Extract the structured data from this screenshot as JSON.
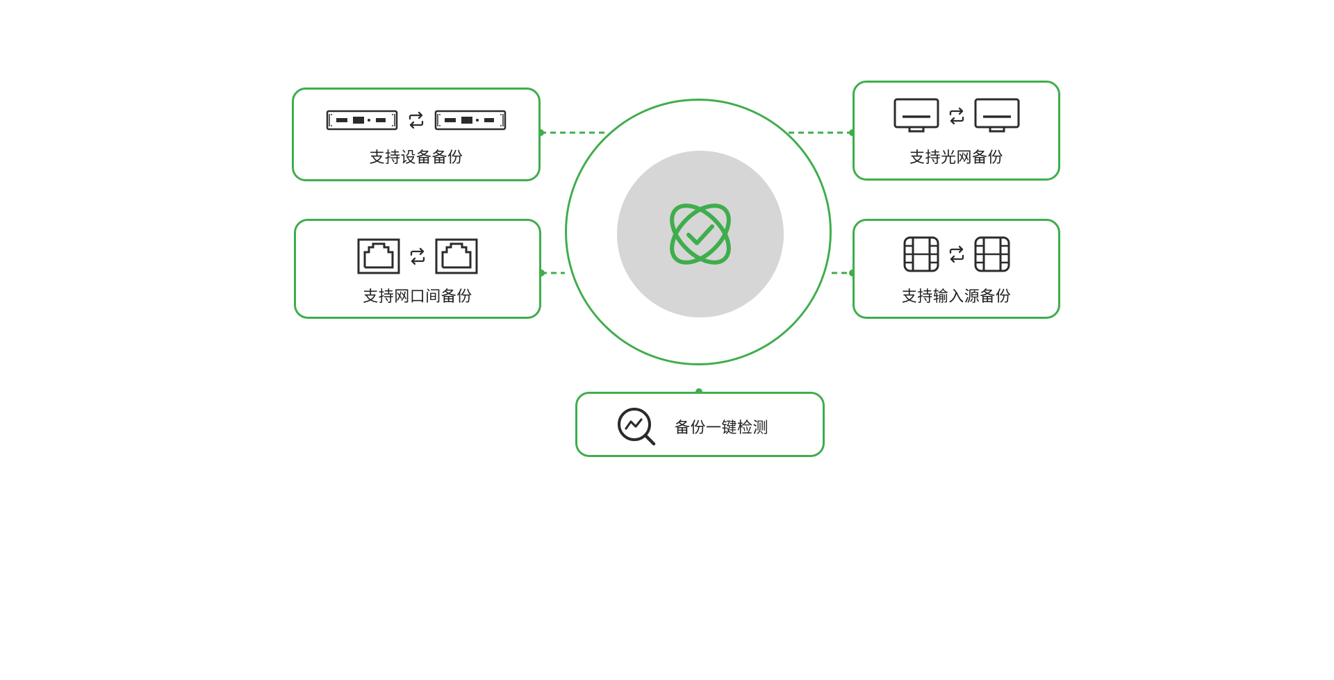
{
  "colors": {
    "accent": "#3fad4c",
    "icon": "#2b2b2b",
    "hub_fill": "#d6d6d6",
    "text": "#222222"
  },
  "hub": {
    "icon": "orbit-check-icon"
  },
  "cards": {
    "device_backup": {
      "label": "支持设备备份",
      "icons": [
        "device-icon",
        "swap-icon",
        "device-icon"
      ]
    },
    "port_backup": {
      "label": "支持网口间备份",
      "icons": [
        "ethernet-port-icon",
        "swap-icon",
        "ethernet-port-icon"
      ]
    },
    "fiber_backup": {
      "label": "支持光网备份",
      "icons": [
        "monitor-icon",
        "swap-icon",
        "monitor-icon"
      ]
    },
    "input_source_backup": {
      "label": "支持输入源备份",
      "icons": [
        "film-icon",
        "swap-icon",
        "film-icon"
      ]
    },
    "one_click_check": {
      "label": "备份一键检测",
      "icons": [
        "magnifier-chart-icon"
      ]
    }
  }
}
